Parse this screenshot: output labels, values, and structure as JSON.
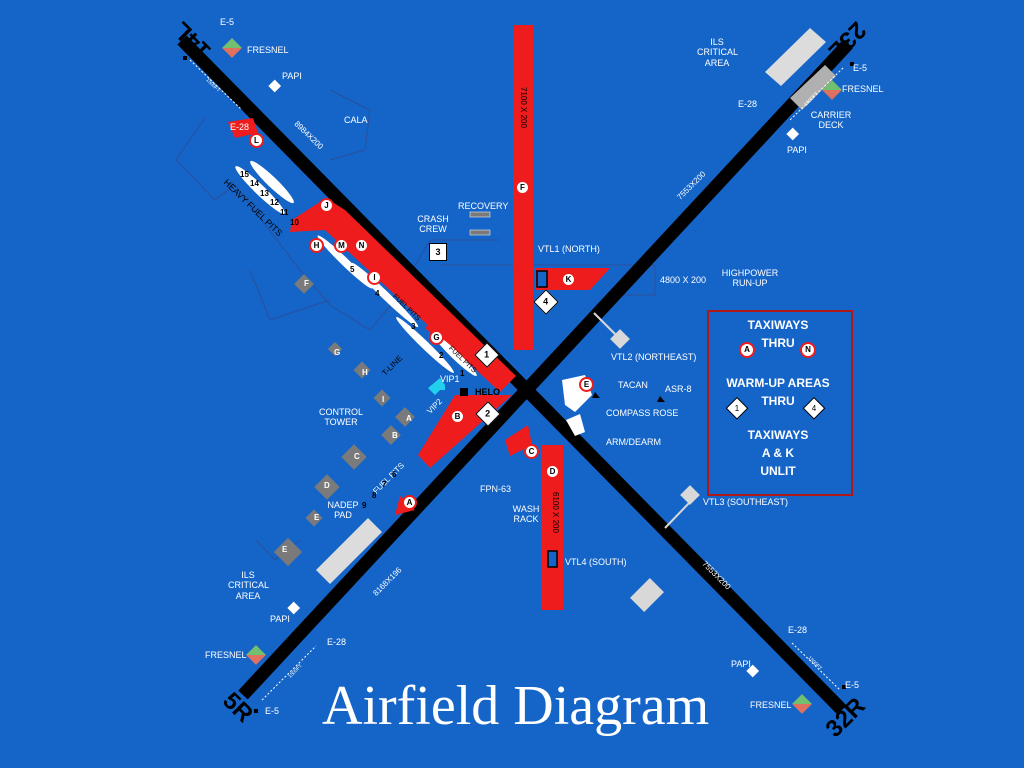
{
  "title": "Airfield Diagram",
  "colors": {
    "background": "#1565c8",
    "runway": "#000000",
    "taxiway": "#ee1c1c",
    "marker": "#ffffff",
    "legend_border": "#b01818"
  },
  "runways": {
    "r14L": "14L",
    "r32R": "32R",
    "r5R": "5R",
    "r23L": "23L",
    "r14L_dims": "8984X200",
    "r5R_dims": "8168X196",
    "r32R_dims_upper": "7553X200",
    "r32R_dims_lower": "7553X200",
    "r5R_dims_right": "4800 X 200",
    "vtl_upper_dims": "7100 X 200",
    "vtl_lower_dims": "6100 X 200"
  },
  "labels": {
    "e5_nw": "E-5",
    "fresnel_nw": "FRESNEL",
    "papi_nw": "PAPI",
    "e28_nw": "E-28",
    "ils_ne": "ILS\nCRITICAL\nAREA",
    "e5_ne": "E-5",
    "fresnel_ne": "FRESNEL",
    "e28_ne": "E-28",
    "carrier_deck": "CARRIER\nDECK",
    "papi_ne": "PAPI",
    "cala": "CALA",
    "heavy_fuel_pits": "HEAVY FUEL PITS",
    "recovery": "RECOVERY",
    "crash_crew": "CRASH\nCREW",
    "vtl1": "VTL1 (NORTH)",
    "highpower": "HIGHPOWER\nRUN-UP",
    "vtl2": "VTL2 (NORTHEAST)",
    "tacan": "TACAN",
    "asr8": "ASR-8",
    "compass_rose": "COMPASS ROSE",
    "arm_dearm": "ARM/DEARM",
    "control_tower": "CONTROL\nTOWER",
    "helo": "HELO",
    "t_line": "T-LINE",
    "vip1": "VIP1",
    "vip2": "VIP2",
    "fuel_pits": "FUEL PITS",
    "fuel_pits2": "FUEL PITS",
    "fuel_pits3": "FUEL PITS",
    "fpn63": "FPN-63",
    "wash_rack": "WASH\nRACK",
    "vtl3": "VTL3 (SOUTHEAST)",
    "vtl4": "VTL4 (SOUTH)",
    "nadep_pad": "NADEP\nPAD",
    "ils_sw": "ILS\nCRITICAL\nAREA",
    "papi_sw": "PAPI",
    "fresnel_sw": "FRESNEL",
    "e28_sw": "E-28",
    "e5_sw": "E-5",
    "e28_se": "E-28",
    "papi_se": "PAPI",
    "e5_se": "E-5",
    "fresnel_se": "FRESNEL",
    "dist_1500": "1500FT"
  },
  "taxiway_markers": [
    "L",
    "J",
    "H",
    "M",
    "N",
    "I",
    "G",
    "B",
    "A",
    "C",
    "D",
    "E",
    "F",
    "K"
  ],
  "fuel_pit_numbers": [
    "15",
    "14",
    "13",
    "12",
    "11",
    "10"
  ],
  "fuel_pit_numbers_lower": [
    "5",
    "4",
    "3",
    "2",
    "1"
  ],
  "fuel_pit_numbers_sw": [
    "6",
    "7",
    "8",
    "9"
  ],
  "warmup_areas": [
    "1",
    "2",
    "3",
    "4"
  ],
  "apron_letters": [
    "F",
    "G",
    "H",
    "I",
    "A",
    "B",
    "C",
    "D",
    "E",
    "E"
  ],
  "legend": {
    "line1": "TAXIWAYS",
    "line2": "THRU",
    "from_marker": "A",
    "to_marker": "N",
    "line3": "WARM-UP AREAS",
    "line4": "THRU",
    "from_area": "1",
    "to_area": "4",
    "line5": "TAXIWAYS",
    "line6": "A & K",
    "line7": "UNLIT"
  }
}
